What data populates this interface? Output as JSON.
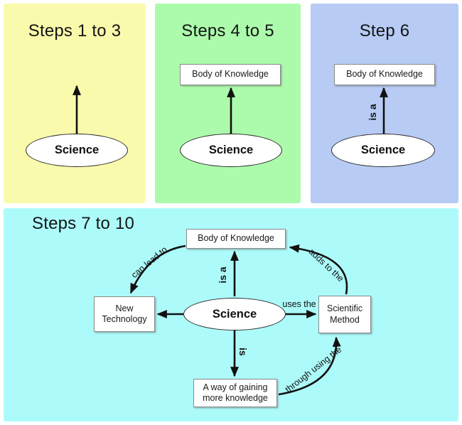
{
  "colors": {
    "panel_yellow": "#FAFAAD",
    "panel_green": "#ACFBAC",
    "panel_blue": "#B7CBF4",
    "panel_cyan": "#ADFAFA",
    "node_fill": "#FFFFFF",
    "line": "#111111"
  },
  "panel_steps_1_3": {
    "title": "Steps 1 to 3",
    "science": "Science"
  },
  "panel_steps_4_5": {
    "title": "Steps 4 to 5",
    "body_of_knowledge": "Body of Knowledge",
    "science": "Science"
  },
  "panel_step_6": {
    "title": "Step 6",
    "body_of_knowledge": "Body of Knowledge",
    "science": "Science",
    "is_a": "is a"
  },
  "panel_steps_7_10": {
    "title": "Steps 7 to 10",
    "body_of_knowledge": "Body of Knowledge",
    "science": "Science",
    "new_technology": "New Technology",
    "scientific_method": "Scientific Method",
    "way_of_gaining": "A way of gaining more knowledge",
    "is_a": "is a",
    "is": "is",
    "uses_the": "uses the",
    "can_lead_to": "can lead to",
    "adds_to_the": "adds to the",
    "through_using_the": "through using the"
  }
}
